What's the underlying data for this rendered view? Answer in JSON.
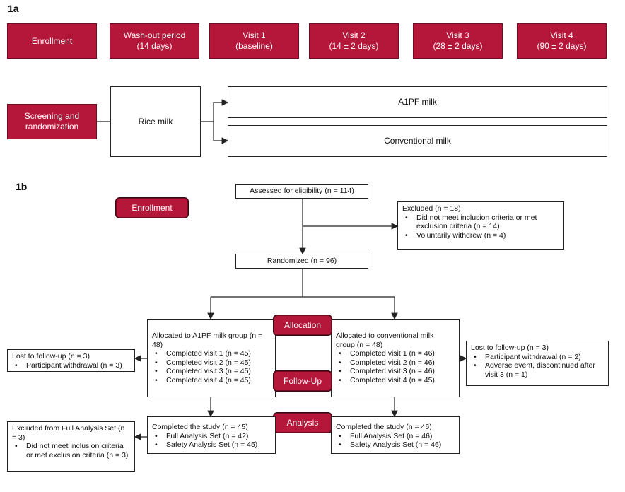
{
  "panel_a": {
    "label": "1a",
    "timeline": [
      [
        "Enrollment"
      ],
      [
        "Wash-out period",
        "(14 days)"
      ],
      [
        "Visit 1",
        "(baseline)"
      ],
      [
        "Visit 2",
        "(14 ± 2 days)"
      ],
      [
        "Visit 3",
        "(28 ± 2 days)"
      ],
      [
        "Visit 4",
        "(90 ± 2 days)"
      ]
    ],
    "screening": [
      "Screening and",
      "randomization"
    ],
    "rice_milk": "Rice milk",
    "arm1": "A1PF milk",
    "arm2": "Conventional milk"
  },
  "panel_b": {
    "label": "1b",
    "enrollment": "Enrollment",
    "assessed": "Assessed for eligibility (n = 114)",
    "excluded": {
      "title": "Excluded (n = 18)",
      "items": [
        "Did not meet inclusion criteria or met exclusion criteria (n = 14)",
        "Voluntarily withdrew (n = 4)"
      ]
    },
    "randomized": "Randomized (n = 96)",
    "allocation": "Allocation",
    "followup": "Follow-Up",
    "analysis": "Analysis",
    "left_alloc": {
      "title": "Allocated to A1PF milk group (n = 48)",
      "items": [
        "Completed visit 1 (n = 45)",
        "Completed visit 2 (n = 45)",
        "Completed visit 3 (n = 45)",
        "Completed visit 4 (n = 45)"
      ]
    },
    "right_alloc": {
      "title": "Allocated to conventional milk group (n = 48)",
      "items": [
        "Completed visit 1 (n = 46)",
        "Completed visit 2 (n = 46)",
        "Completed visit 3 (n = 46)",
        "Completed visit 4 (n = 45)"
      ]
    },
    "left_lost": {
      "title": "Lost to follow-up (n = 3)",
      "items": [
        "Participant withdrawal (n = 3)"
      ]
    },
    "right_lost": {
      "title": "Lost to follow-up (n = 3)",
      "items": [
        "Participant withdrawal (n = 2)",
        "Adverse event, discontinued after visit 3 (n = 1)"
      ]
    },
    "left_analysis": {
      "title": "Completed the study (n = 45)",
      "items": [
        "Full Analysis Set (n = 42)",
        "Safety Analysis Set (n = 45)"
      ]
    },
    "right_analysis": {
      "title": "Completed the study (n = 46)",
      "items": [
        "Full Analysis Set (n = 46)",
        "Safety Analysis Set (n = 46)"
      ]
    },
    "left_excluded_fas": {
      "title": "Excluded from Full Analysis Set (n = 3)",
      "items": [
        "Did not meet inclusion criteria or met exclusion criteria (n = 3)"
      ]
    }
  }
}
